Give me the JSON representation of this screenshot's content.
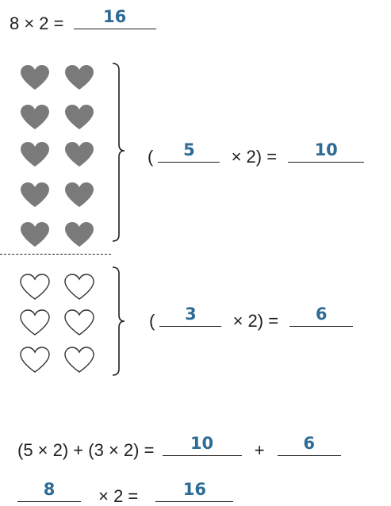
{
  "line1": {
    "lhs": "8 × 2 =",
    "answer": "16"
  },
  "group1": {
    "heart_count": 10,
    "heart_style": "filled",
    "heart_color": "#7a7a7a",
    "open": "(",
    "factor_answer": "5",
    "mid": "× 2) =",
    "product_answer": "10"
  },
  "group2": {
    "heart_count": 6,
    "heart_style": "outline",
    "heart_color": "#333333",
    "open": "(",
    "factor_answer": "3",
    "mid": "× 2) =",
    "product_answer": "6"
  },
  "sum_line": {
    "lhs": "(5 × 2) + (3 × 2) =",
    "answer1": "10",
    "plus": "+",
    "answer2": "6"
  },
  "final_line": {
    "answer1": "8",
    "mid": "× 2 =",
    "answer2": "16"
  },
  "colors": {
    "answer": "#2e6b95",
    "text": "#1f1f1f"
  }
}
